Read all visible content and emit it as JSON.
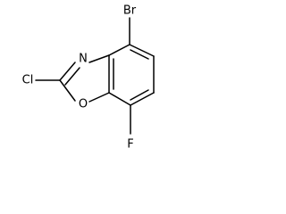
{
  "molecule": {
    "atoms": {
      "br": "Br",
      "cl": "Cl",
      "n": "N",
      "o": "O",
      "f": "F"
    }
  },
  "colors": {
    "bond": "#000000",
    "label": "#000000",
    "background": "#ffffff"
  }
}
